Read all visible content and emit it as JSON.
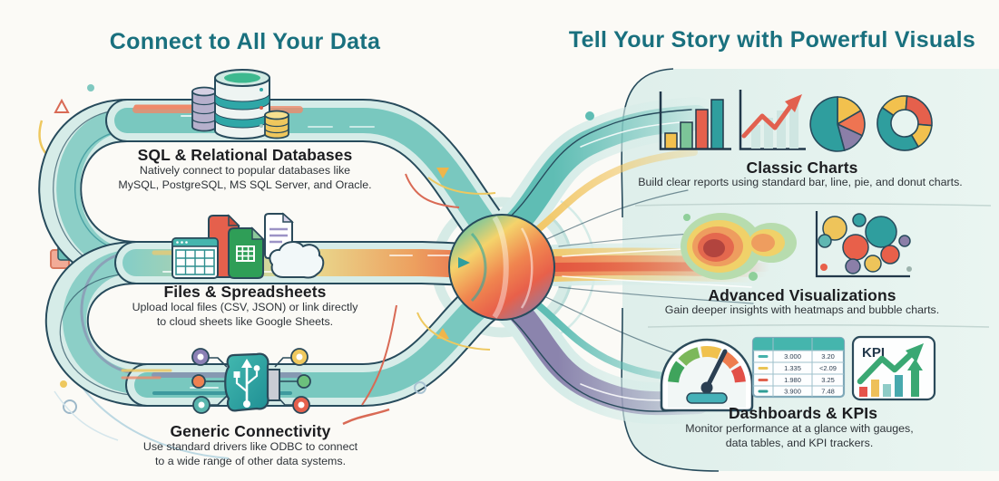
{
  "left": {
    "heading": "Connect to All Your Data",
    "sections": [
      {
        "title": "SQL & Relational Databases",
        "desc": [
          "Natively connect to popular databases like",
          "MySQL, PostgreSQL, MS SQL Server, and Oracle."
        ]
      },
      {
        "title": "Files & Spreadsheets",
        "desc": [
          "Upload local files (CSV, JSON) or link directly",
          "to cloud sheets like Google Sheets."
        ]
      },
      {
        "title": "Generic Connectivity",
        "desc": [
          "Use standard drivers like ODBC to connect",
          "to a wide range of other data systems."
        ]
      }
    ]
  },
  "right": {
    "heading": "Tell Your Story with Powerful Visuals",
    "sections": [
      {
        "title": "Classic Charts",
        "desc": [
          "Build clear reports using standard bar, line, pie, and donut charts."
        ]
      },
      {
        "title": "Advanced Visualizations",
        "desc": [
          "Gain deeper insights with heatmaps and bubble charts."
        ]
      },
      {
        "title": "Dashboards & KPIs",
        "desc": [
          "Monitor performance at a glance with gauges,",
          "data tables, and KPI trackers."
        ],
        "kpi_label": "KPI",
        "table": {
          "rows": [
            {
              "marker": "#45b1ab",
              "v1": "3.000",
              "v2": "3.20"
            },
            {
              "marker": "#eac454",
              "v1": "1.335",
              "v2": "<2.09"
            },
            {
              "marker": "#e0614e",
              "v1": "1.980",
              "v2": "3.25"
            },
            {
              "marker": "#2f9e96",
              "v1": "3.900",
              "v2": "7.48"
            }
          ]
        }
      }
    ]
  },
  "icons": {
    "left": [
      "database-cylinders",
      "spreadsheet-window",
      "file",
      "google-sheet",
      "document",
      "cloud",
      "usb-connector"
    ],
    "right": [
      "bar-chart",
      "line-chart",
      "pie-chart",
      "donut-chart",
      "heatmap",
      "bubble-chart",
      "gauge",
      "data-table",
      "kpi-card"
    ]
  },
  "palette": {
    "heading_teal": "#19707e",
    "pipe_teal": "#79c8bf",
    "pipe_pale": "#d6ece8",
    "outline_navy": "#274b5c",
    "accent_orange": "#e8604a",
    "accent_yellow": "#f2c96b",
    "accent_purple": "#8b84ad",
    "accent_green": "#3fa45c",
    "panel_mint": "#e4f2ee"
  }
}
